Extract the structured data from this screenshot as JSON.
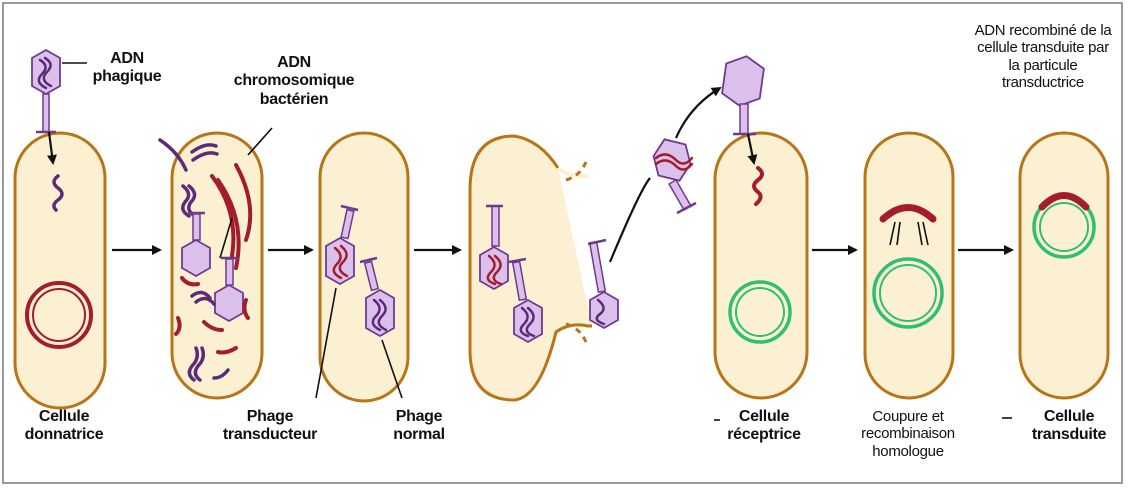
{
  "labels": {
    "adn_phagique": [
      "ADN",
      "phagique"
    ],
    "adn_chromosomique": [
      "ADN",
      "chromosomique",
      "bactérien"
    ],
    "adn_recombine": [
      "ADN recombiné de la",
      "cellule transduite par",
      "la particule",
      "transductrice"
    ],
    "cellule_donnatrice": [
      "Cellule",
      "donnatrice"
    ],
    "phage_transducteur": [
      "Phage",
      "transducteur"
    ],
    "phage_normal": [
      "Phage",
      "normal"
    ],
    "cellule_receptrice": [
      "Cellule",
      "réceptrice"
    ],
    "coupure": [
      "Coupure et",
      "recombinaison",
      "homologue"
    ],
    "cellule_transduite": [
      "Cellule",
      "transduite"
    ]
  },
  "colors": {
    "cell_fill": "#fbf0d2",
    "cell_outline": "#b87518",
    "bacterial_dna": "#a31d2e",
    "phage_dna": "#5b2a78",
    "phage_fill": "#dcc0ec",
    "phage_outline": "#6f3a8e",
    "recipient_dna": "#2fbf72",
    "arrow": "#111111"
  }
}
